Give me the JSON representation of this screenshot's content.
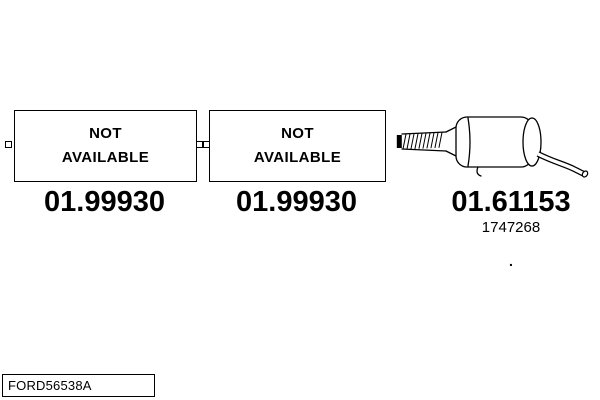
{
  "colors": {
    "line": "#000000",
    "background": "#ffffff"
  },
  "parts": [
    {
      "availability": "NOT\nAVAILABLE",
      "part_number": "01.99930"
    },
    {
      "availability": "NOT\nAVAILABLE",
      "part_number": "01.99930"
    },
    {
      "part_number": "01.61153",
      "oe_number": "1747268"
    }
  ],
  "stray_mark": ".",
  "footer": {
    "code": "FORD56538A"
  }
}
